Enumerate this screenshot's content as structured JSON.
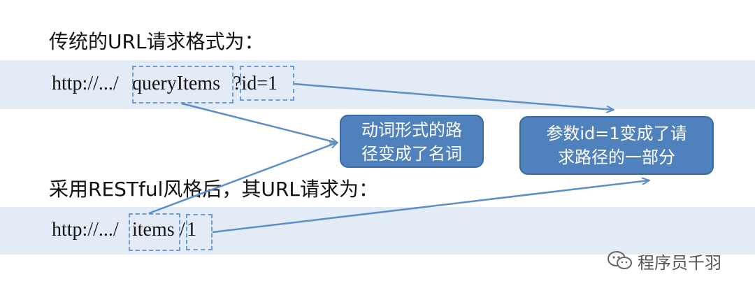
{
  "headings": {
    "traditional": "传统的URL请求格式为：",
    "restful": "采用RESTful风格后，其URL请求为："
  },
  "traditional_url": {
    "prefix": "http://.../",
    "path": "queryItems",
    "query": "?id=1"
  },
  "restful_url": {
    "prefix": "http://.../",
    "path": "items",
    "slash": "/",
    "param": "1"
  },
  "callouts": {
    "verb_to_noun": [
      "动词形式的路",
      "径变成了名词"
    ],
    "param_to_path": [
      "参数id=1变成了请",
      "求路径的一部分"
    ]
  },
  "watermark": {
    "icon": "wechat-icon",
    "text": "程序员千羽"
  },
  "colors": {
    "band": "#e3ecf6",
    "accent": "#6d9cd4",
    "callout": "#4f81bd"
  }
}
